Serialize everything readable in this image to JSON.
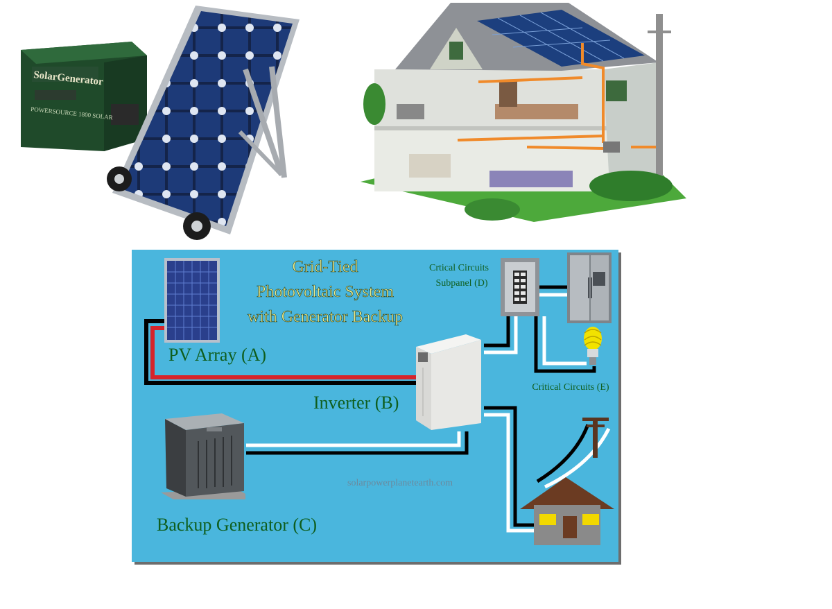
{
  "portable_unit": {
    "brand_label": "SolarGenerator",
    "model_label": "POWERSOURCE 1800 SOLAR"
  },
  "diagram": {
    "title_lines": [
      "Grid-Tied",
      "Photovoltaic System",
      "with Generator Backup"
    ],
    "labels": {
      "pv_array": "PV Array (A)",
      "inverter": "Inverter (B)",
      "generator": "Backup Generator (C)",
      "subpanel_line1": "Crtical Circuits",
      "subpanel_line2": "Subpanel (D)",
      "critical_circuits": "Critical Circuits (E)"
    },
    "watermark": "solarpowerplanetearth.com",
    "colors": {
      "background": "#4ab6dd",
      "title_text": "#f3ef8e",
      "label_text": "#0f5e1e",
      "wire_dc_positive": "#d6242a",
      "wire_black": "#000000",
      "wire_white": "#ffffff"
    }
  }
}
